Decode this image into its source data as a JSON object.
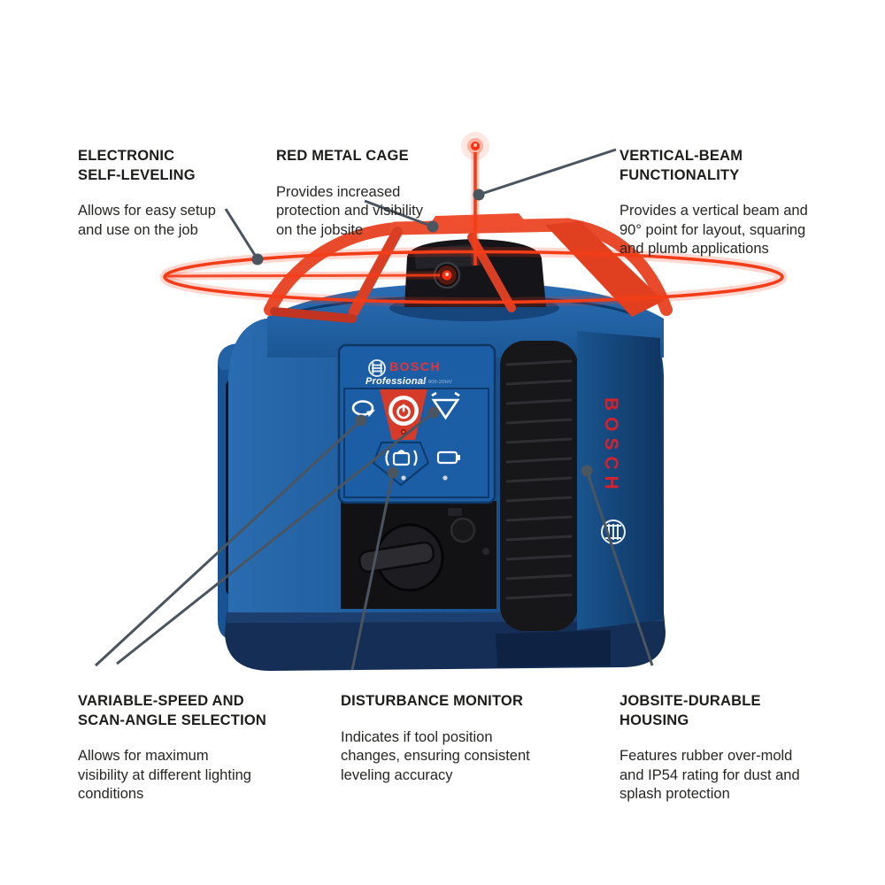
{
  "page": {
    "background": "#ffffff",
    "type": "product-feature-diagram",
    "subject": "rotary laser level"
  },
  "colors": {
    "text": "#1d1d1b",
    "callout_line": "#4a5560",
    "body_blue": "#1b5796",
    "body_blue_dark": "#113c6e",
    "base_navy": "#142e55",
    "cage_red": "#e84a2c",
    "laser_red": "#f23d18",
    "bosch_red": "#e83434",
    "panel_red": "#d63a28"
  },
  "callouts": [
    {
      "id": "electronic-self-leveling",
      "title": "ELECTRONIC\nSELF-LEVELING",
      "body": "Allows for easy setup\nand use on the job"
    },
    {
      "id": "red-metal-cage",
      "title": "RED METAL CAGE",
      "body": "Provides increased\nprotection and visibility\non the jobsite"
    },
    {
      "id": "vertical-beam-functionality",
      "title": "VERTICAL-BEAM\nFUNCTIONALITY",
      "body": "Provides a vertical beam and\n90° point for layout, squaring\nand plumb applications"
    },
    {
      "id": "variable-speed-scan-angle",
      "title": "VARIABLE-SPEED AND\nSCAN-ANGLE SELECTION",
      "body": "Allows for maximum\nvisibility at different lighting\nconditions"
    },
    {
      "id": "disturbance-monitor",
      "title": "DISTURBANCE MONITOR",
      "body": "Indicates if tool position\nchanges, ensuring consistent\nleveling accuracy"
    },
    {
      "id": "jobsite-durable-housing",
      "title": "JOBSITE-DURABLE\nHOUSING",
      "body": "Features rubber over-mold\nand IP54 rating for dust and\nsplash protection"
    }
  ],
  "product": {
    "brand": "BOSCH",
    "line": "Professional",
    "model": "GRL 900-20HV",
    "side_brand": "BOSCH",
    "panel_icons": [
      "rotation-speed-icon",
      "power-icon",
      "scan-angle-icon",
      "disturbance-monitor-icon",
      "battery-icon"
    ]
  }
}
